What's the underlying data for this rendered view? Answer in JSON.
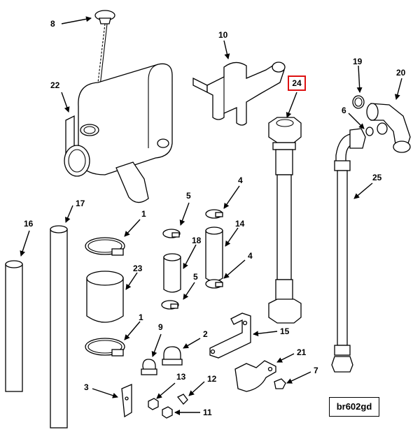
{
  "diagram": {
    "reference_code": "br602gd",
    "highlighted_callout": "24",
    "highlight_color": "#dd1111",
    "callouts": [
      {
        "id": "c8",
        "label": "8"
      },
      {
        "id": "c10",
        "label": "10"
      },
      {
        "id": "c22",
        "label": "22"
      },
      {
        "id": "c19",
        "label": "19"
      },
      {
        "id": "c20",
        "label": "20"
      },
      {
        "id": "c6",
        "label": "6"
      },
      {
        "id": "c25",
        "label": "25"
      },
      {
        "id": "c16",
        "label": "16"
      },
      {
        "id": "c17",
        "label": "17"
      },
      {
        "id": "c1a",
        "label": "1"
      },
      {
        "id": "c5a",
        "label": "5"
      },
      {
        "id": "c4a",
        "label": "4"
      },
      {
        "id": "c18",
        "label": "18"
      },
      {
        "id": "c14",
        "label": "14"
      },
      {
        "id": "c23",
        "label": "23"
      },
      {
        "id": "c5b",
        "label": "5"
      },
      {
        "id": "c4b",
        "label": "4"
      },
      {
        "id": "c1b",
        "label": "1"
      },
      {
        "id": "c9",
        "label": "9"
      },
      {
        "id": "c2",
        "label": "2"
      },
      {
        "id": "c15",
        "label": "15"
      },
      {
        "id": "c21",
        "label": "21"
      },
      {
        "id": "c7",
        "label": "7"
      },
      {
        "id": "c3",
        "label": "3"
      },
      {
        "id": "c13",
        "label": "13"
      },
      {
        "id": "c12",
        "label": "12"
      },
      {
        "id": "c11",
        "label": "11"
      }
    ]
  }
}
